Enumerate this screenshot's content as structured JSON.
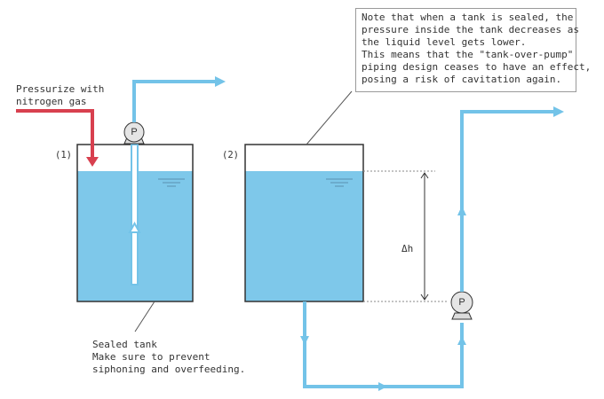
{
  "labels": {
    "pressurize": [
      "Pressurize with",
      "nitrogen gas"
    ],
    "tank1_number": "(1)",
    "tank2_number": "(2)",
    "pump1": "P",
    "pump2": "P",
    "delta_h": "Δh",
    "sealed_tank": [
      "Sealed tank",
      "Make sure to prevent",
      "siphoning and overfeeding."
    ]
  },
  "note": [
    "Note that when a tank is sealed, the",
    "pressure inside the tank decreases as",
    "the liquid level gets lower.",
    "This means that the \"tank-over-pump\"",
    "piping design ceases to have an effect,",
    "posing a risk of cavitation again."
  ],
  "colors": {
    "liquid": "#7ec8ea",
    "pipe": "#73c3e8",
    "gas_pipe": "#d8404f",
    "outline": "#333333",
    "dashed": "#888888"
  }
}
